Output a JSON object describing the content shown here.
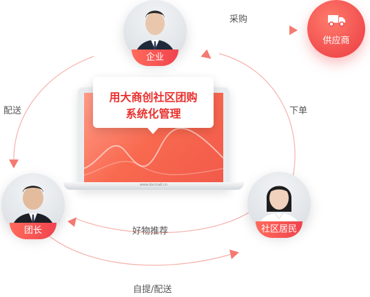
{
  "colors": {
    "accent": "#f04a4c",
    "arrow": "#f47a72",
    "text": "#555555"
  },
  "flow": {
    "purchase": "采购",
    "order": "下单",
    "delivery_left": "配送",
    "recommend": "好物推荐",
    "pickup_delivery": "自提/配送"
  },
  "nodes": {
    "enterprise": "企业",
    "supplier": "供应商",
    "leader": "团长",
    "resident": "社区居民"
  },
  "laptop": {
    "headline_line1": "用大商创社区团购",
    "headline_line2": "系统化管理",
    "url": "www.dscmall.cn"
  },
  "icons": {
    "supplier": "truck-icon"
  }
}
